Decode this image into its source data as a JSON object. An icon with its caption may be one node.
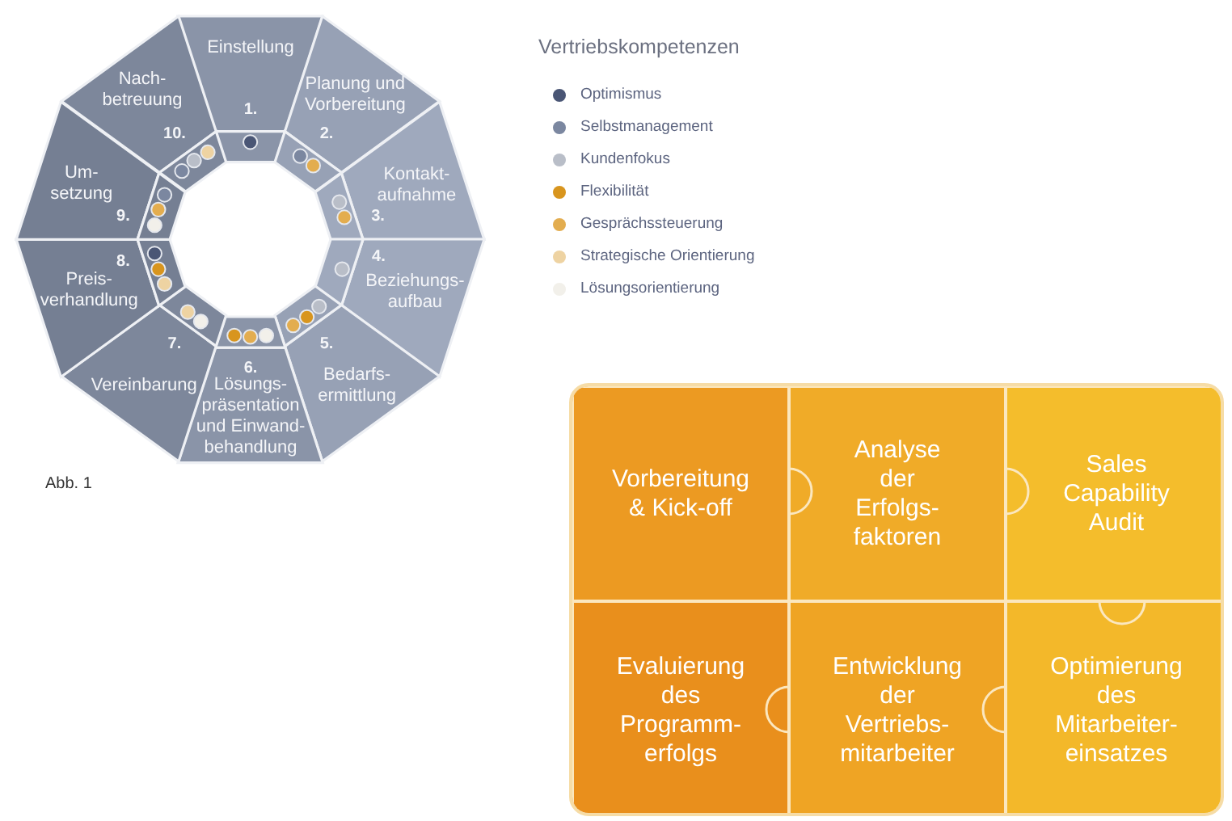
{
  "diagram": {
    "caption": "Abb. 1",
    "nodes": [
      {
        "text": [
          "Einstellung",
          "1."
        ]
      },
      {
        "text": [
          "Planung und Vorbereitung",
          "2."
        ]
      },
      {
        "text": [
          "Kontakt- aufnahme",
          "3."
        ]
      },
      {
        "text": [
          "4.",
          "Beziehungs- aufbau"
        ]
      },
      {
        "text": [
          "5.",
          "Bedarfs- ermittlung"
        ]
      },
      {
        "text": [
          "6.",
          "Lösungs- präsentation und Einwand- behandlung"
        ]
      },
      {
        "text": [
          "7.",
          "Vereinbarung"
        ]
      },
      {
        "text": [
          "8.",
          "Preis- verhandlung"
        ]
      },
      {
        "text": [
          "Um- setzung",
          "9."
        ]
      },
      {
        "text": [
          "Nach- betreuung",
          "10."
        ]
      },
      {
        "text": [
          "Vorbereitung & Kick-off"
        ]
      },
      {
        "text": [
          "Analyse der Erfolgs- faktoren"
        ]
      },
      {
        "text": [
          "Sales Capability Audit"
        ]
      },
      {
        "text": [
          "Evaluierung des Programm- erfolgs"
        ]
      },
      {
        "text": [
          "Entwicklung der Vertriebs- mitarbeiter"
        ]
      },
      {
        "text": [
          "Optimierung des Mitarbeiter- einsatzes"
        ]
      }
    ],
    "edges": [],
    "labels": [
      "Vertriebskompetenzen"
    ],
    "legend": [
      {
        "text": "Optimismus",
        "color": "#4a5675"
      },
      {
        "text": "Selbstmanagement",
        "color": "#7b87a0"
      },
      {
        "text": "Kundenfokus",
        "color": "#b9bec8"
      },
      {
        "text": "Flexibilität",
        "color": "#d8951e"
      },
      {
        "text": "Gesprächssteuerung",
        "color": "#e3ad4f"
      },
      {
        "text": "Strategische Orientierung",
        "color": "#eed3a2"
      },
      {
        "text": "Lösungsorientierung",
        "color": "#f2f0ea"
      }
    ]
  }
}
